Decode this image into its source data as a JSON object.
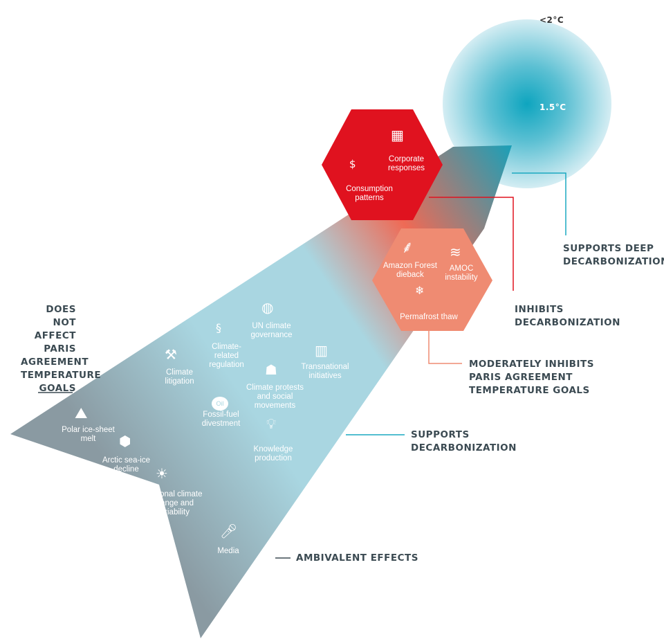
{
  "circle": {
    "outer": "<2°C",
    "inner": "1.5°C"
  },
  "labels": {
    "deep": "SUPPORTS DEEP\nDECARBONIZATION",
    "inhibits": "INHIBITS\nDECARBONIZATION",
    "moderate": "MODERATELY INHIBITS\nPARIS AGREEMENT\nTEMPERATURE GOALS",
    "supports": "SUPPORTS\nDECARBONIZATION",
    "ambivalent": "AMBIVALENT EFFECTS",
    "none": "DOES NOT\nAFFECT\nPARIS\nAGREEMENT\nTEMPERATURE\nGOALS"
  },
  "red_hex": {
    "corporate": "Corporate\nresponses",
    "consumption": "Consumption\npatterns"
  },
  "salmon_hex": {
    "amazon": "Amazon Forest\ndieback",
    "amoc": "AMOC\ninstability",
    "permafrost": "Permafrost thaw"
  },
  "drivers": {
    "un": "UN climate\ngovernance",
    "regulation": "Climate-\nrelated\nregulation",
    "litigation": "Climate\nlitigation",
    "transnational": "Transnational\ninitiatives",
    "protests": "Climate protests\nand social\nmovements",
    "divestment": "Fossil-fuel\ndivestment",
    "knowledge": "Knowledge\nproduction",
    "polar": "Polar ice-sheet\nmelt",
    "arctic": "Arctic sea-ice\ndecline",
    "regional": "Regional climate\nchange and\nvariability",
    "media": "Media",
    "oil": "Oil"
  },
  "colors": {
    "red": "#e0121f",
    "salmon": "#ef8b72",
    "blue": "#1aa8c0",
    "gray": "#8d9ba2",
    "lightblue": "#a9d6e1"
  }
}
